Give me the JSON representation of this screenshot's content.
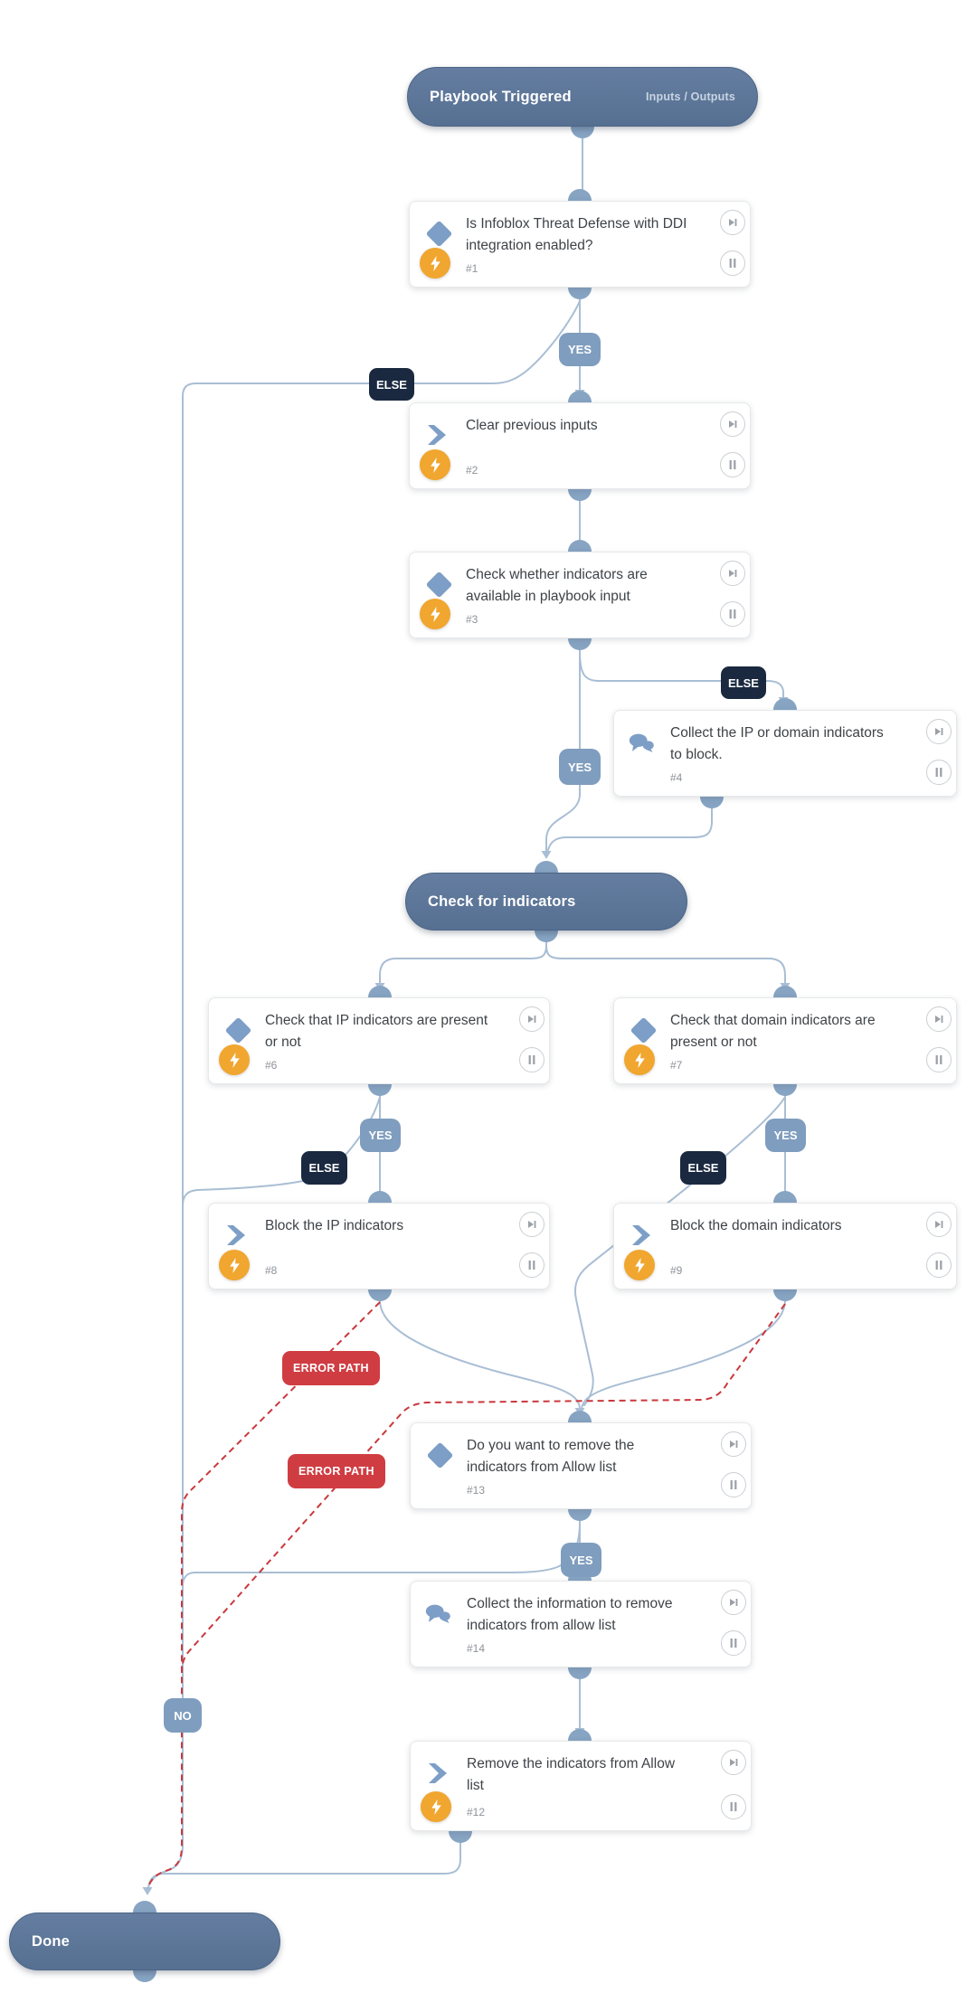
{
  "colors": {
    "wire": "#a9bed4",
    "error_wire": "#c9383d",
    "node_accent": "#7d9ec6",
    "lightning": "#f0a62f",
    "pill_background": "#5d7698",
    "badge_yes": "#7f9dbe",
    "badge_else": "#1a2940",
    "badge_error": "#cf3d42"
  },
  "trigger": {
    "label": "Playbook Triggered",
    "link_label": "Inputs / Outputs"
  },
  "pills": {
    "check_indicators": "Check for indicators",
    "done": "Done"
  },
  "badges": {
    "yes": "YES",
    "no": "NO",
    "else_label": "ELSE",
    "error_path": "ERROR PATH"
  },
  "nodes": [
    {
      "icon": "decision",
      "title": "Is Infoblox Threat Defense with DDI integration enabled?",
      "number": "#1"
    },
    {
      "icon": "action",
      "title": "Clear previous inputs",
      "number": "#2"
    },
    {
      "icon": "decision",
      "title": "Check whether indicators are available in playbook input",
      "number": "#3"
    },
    {
      "icon": "message",
      "title": "Collect the IP or domain indicators to block.",
      "number": "#4"
    },
    {
      "icon": "decision",
      "title": "Check that IP indicators are present or not",
      "number": "#6"
    },
    {
      "icon": "decision",
      "title": "Check that domain indicators are present or not",
      "number": "#7"
    },
    {
      "icon": "action",
      "title": "Block the IP indicators",
      "number": "#8"
    },
    {
      "icon": "action",
      "title": "Block the domain indicators",
      "number": "#9"
    },
    {
      "icon": "decision",
      "title": "Do you want to remove the indicators from Allow list",
      "number": "#13"
    },
    {
      "icon": "message",
      "title": "Collect the information to remove indicators from allow list",
      "number": "#14"
    },
    {
      "icon": "action",
      "title": "Remove the indicators from Allow list",
      "number": "#12"
    }
  ]
}
